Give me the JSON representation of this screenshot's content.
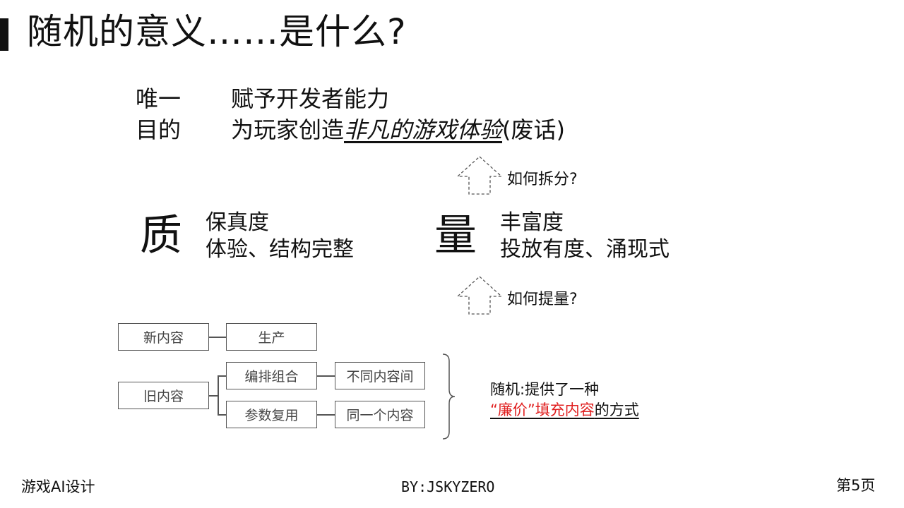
{
  "title": "随机的意义……是什么?",
  "goal": {
    "label_1": "唯一",
    "label_2": "目的",
    "line_1": "赋予开发者能力",
    "line_2_prefix": "为玩家创造",
    "line_2_emphasis": "非凡的游戏体验",
    "line_2_suffix": "(废话)"
  },
  "arrows": {
    "top_label": "如何拆分?",
    "bottom_label": "如何提量?"
  },
  "quality": {
    "char": "质",
    "line_1": "保真度",
    "line_2": "体验、结构完整"
  },
  "quantity": {
    "char": "量",
    "line_1": "丰富度",
    "line_2": "投放有度、涌现式"
  },
  "tree": {
    "new_content": "新内容",
    "produce": "生产",
    "old_content": "旧内容",
    "arrange": "编排组合",
    "param_reuse": "参数复用",
    "different_content": "不同内容间",
    "same_content": "同一个内容"
  },
  "conclusion": {
    "line_1": "随机:提供了一种",
    "line_2_red": "“廉价”填充内容",
    "line_2_rest": "的方式"
  },
  "footer": {
    "left": "游戏AI设计",
    "center": "BY:JSKYZERO",
    "right": "第5页"
  }
}
